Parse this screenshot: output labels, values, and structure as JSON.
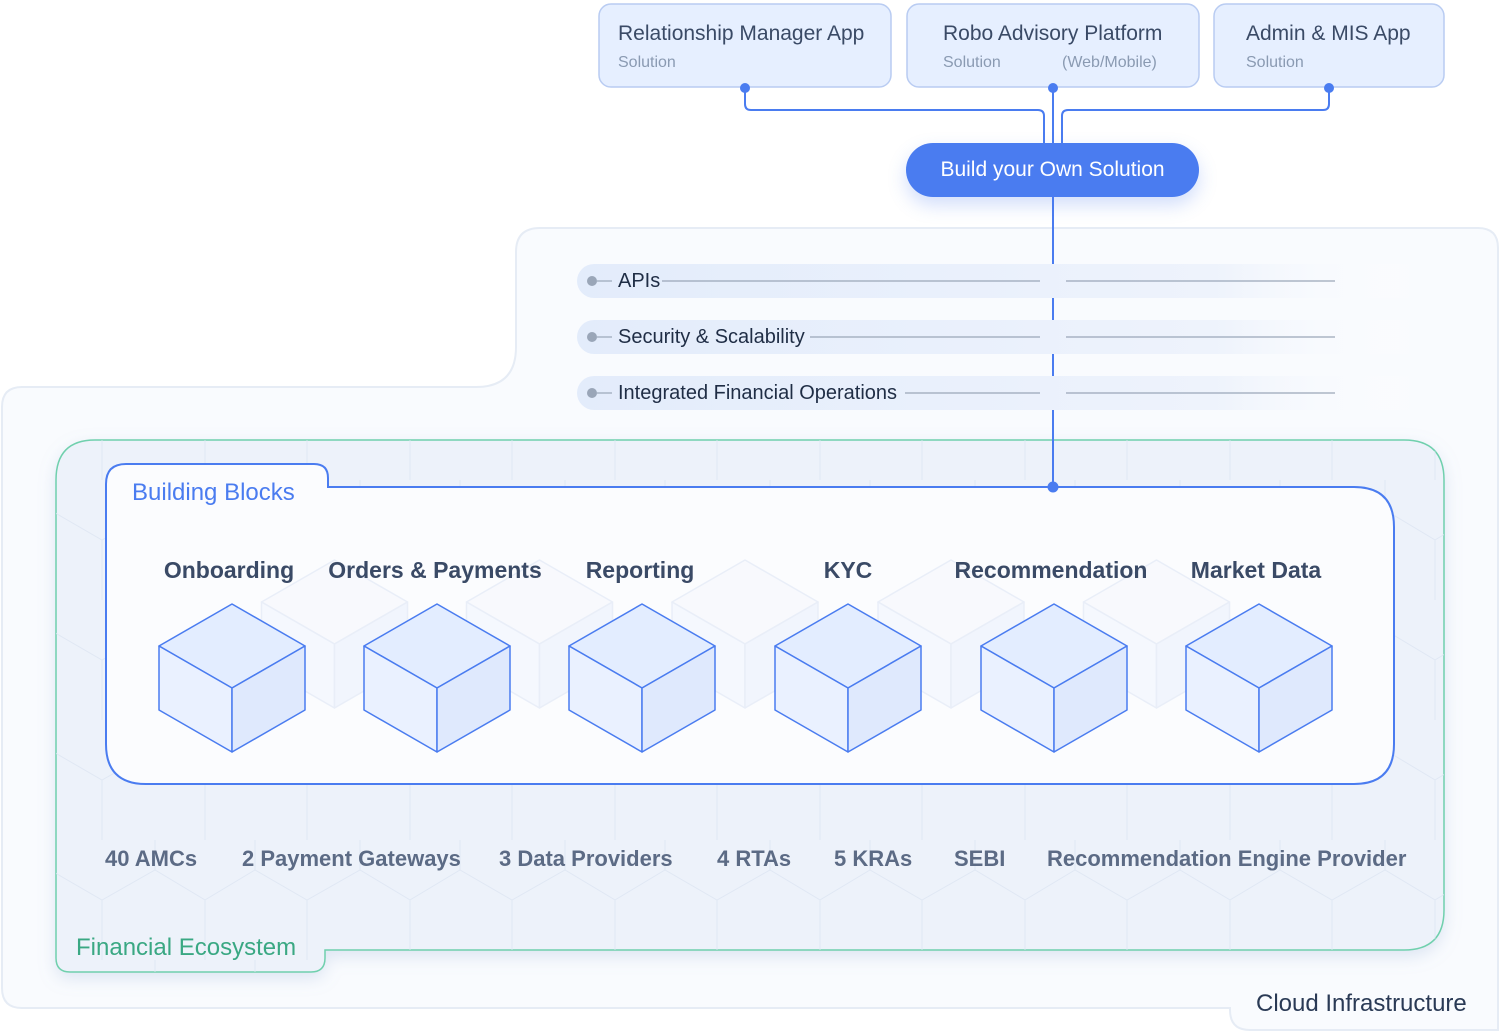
{
  "solutions": [
    {
      "title": "Relationship Manager App",
      "subtitle": "Solution",
      "note": ""
    },
    {
      "title": "Robo Advisory Platform",
      "subtitle": "Solution",
      "note": "(Web/Mobile)"
    },
    {
      "title": "Admin & MIS App",
      "subtitle": "Solution",
      "note": ""
    }
  ],
  "build_button": "Build your Own Solution",
  "layers": [
    {
      "label": "APIs"
    },
    {
      "label": "Security & Scalability"
    },
    {
      "label": "Integrated Financial Operations"
    }
  ],
  "building_blocks": {
    "title": "Building Blocks",
    "items": [
      "Onboarding",
      "Orders & Payments",
      "Reporting",
      "KYC",
      "Recommendation",
      "Market Data"
    ]
  },
  "ecosystem": {
    "title": "Financial Ecosystem",
    "items": [
      "40 AMCs",
      "2 Payment Gateways",
      "3 Data Providers",
      "4 RTAs",
      "5 KRAs",
      "SEBI",
      "Recommendation Engine Provider"
    ]
  },
  "cloud_title": "Cloud Infrastructure",
  "colors": {
    "accent": "#4a7cf0",
    "solution_bg": "#e6efff",
    "ecosystem_border": "#5cc7a0",
    "ecosystem_text": "#3aa883",
    "cube_fill": "#e3edff"
  }
}
